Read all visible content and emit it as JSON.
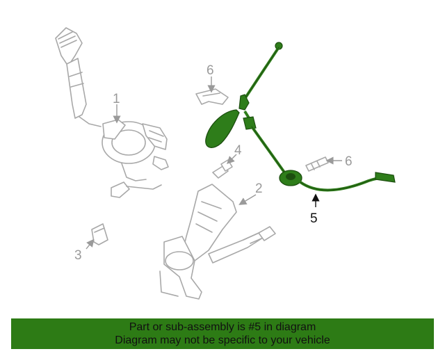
{
  "diagram": {
    "callouts": {
      "c1": "1",
      "c2": "2",
      "c3": "3",
      "c4": "4",
      "c5": "5",
      "c6a": "6",
      "c6b": "6"
    }
  },
  "banner": {
    "line1": "Part or sub-assembly is #5 in diagram",
    "line2": "Diagram may not be specific to your vehicle"
  },
  "colors": {
    "highlight_part": "#2e7d1a",
    "banner_bg": "#2d7b15",
    "outline": "#a8a8a8"
  }
}
